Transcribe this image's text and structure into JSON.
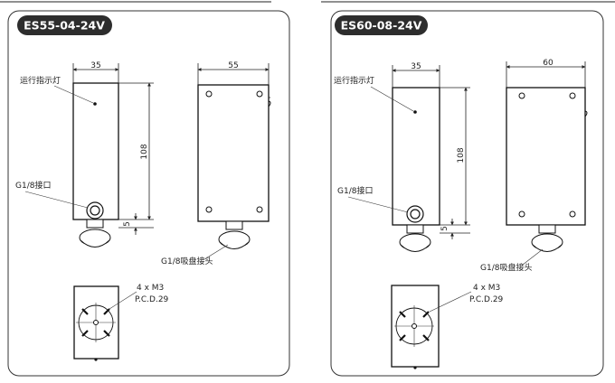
{
  "panels": [
    {
      "title": "ES55-04-24V",
      "dim_width_front": "35",
      "dim_width_side": "55",
      "dim_height": "108",
      "dim_small": "5",
      "label_indicator": "运行指示灯",
      "label_port": "G1/8接口",
      "label_cup": "G1/8吸盘接头",
      "label_screws": "4 x M3",
      "label_pcd": "P.C.D.29"
    },
    {
      "title": "ES60-08-24V",
      "dim_width_front": "35",
      "dim_width_side": "60",
      "dim_height": "108",
      "dim_small": "5",
      "label_indicator": "运行指示灯",
      "label_port": "G1/8接口",
      "label_cup": "G1/8吸盘接头",
      "label_screws": "4 x M3",
      "label_pcd": "P.C.D.29"
    }
  ]
}
